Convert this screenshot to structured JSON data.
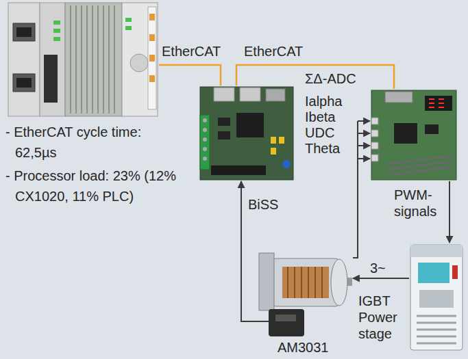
{
  "diagram": {
    "nodes": [
      {
        "text": [
          "- EtherCAT cycle time: 62,5µs",
          "- Processor load: 23% (12% CX1020, 11% PLC)"
        ]
      },
      {
        "text": []
      },
      {
        "text": [
          "PWM-signals"
        ]
      },
      {
        "text": [
          "IGBT Power stage"
        ]
      },
      {
        "text": [
          "AM3031"
        ]
      }
    ],
    "edges": [
      {
        "from": 0,
        "to": 1,
        "arrow": "none",
        "label": "EtherCAT"
      },
      {
        "from": 1,
        "to": 2,
        "arrow": "none",
        "label": "EtherCAT"
      },
      {
        "from": 4,
        "to": 1,
        "arrow": "to",
        "label": "BiSS"
      },
      {
        "from": 4,
        "to": 2,
        "arrow": "to",
        "label": "ΣΔ-ADC"
      },
      {
        "from": 2,
        "to": 3,
        "arrow": "to"
      },
      {
        "from": 3,
        "to": 4,
        "arrow": "to",
        "label": "3~"
      }
    ],
    "labels": [
      "Ialpha",
      "Ibeta",
      "UDC",
      "Theta"
    ]
  }
}
